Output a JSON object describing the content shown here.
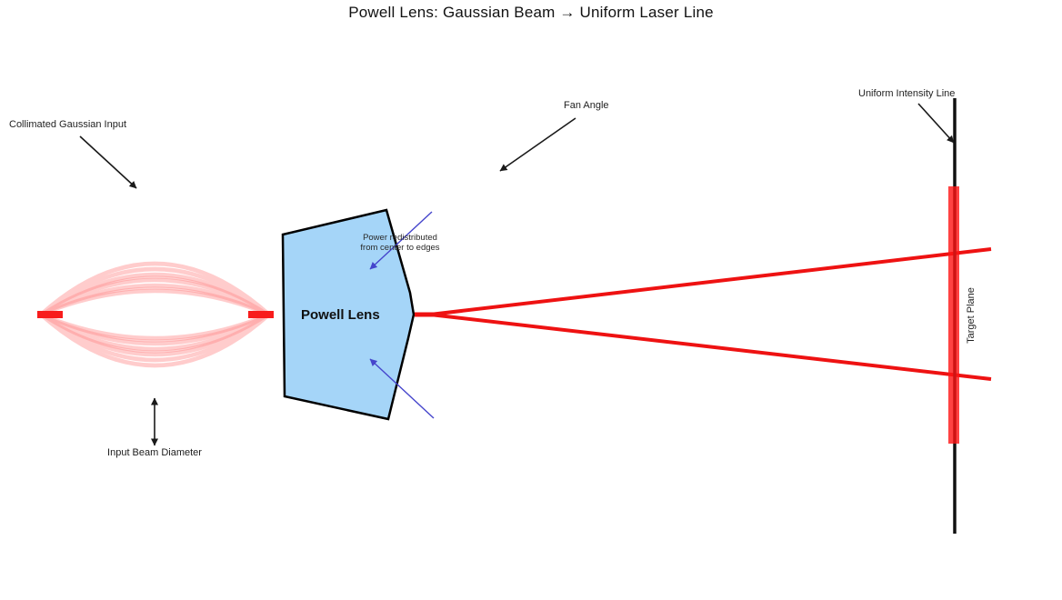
{
  "title": "Powell Lens: Gaussian Beam → Uniform Laser Line",
  "labels": {
    "collimated_input": "Collimated Gaussian Input",
    "input_beam_diameter": "Input Beam Diameter",
    "powell_lens": "Powell Lens",
    "power_redistributed": "Power redistributed from center to edges",
    "fan_angle": "Fan Angle",
    "uniform_intensity_line": "Uniform Intensity Line",
    "target_plane": "Target Plane"
  },
  "colors": {
    "beam_red": "#ee1212",
    "beam_pink": "#ff8f8f",
    "intensity_bar_red": "#ff1414",
    "lens_fill": "#a5d5f8",
    "lens_border": "#000000",
    "annotation_blue": "#4545cc",
    "annotation_black": "#1a1a1a",
    "target_line_black": "#111111"
  },
  "diagram": {
    "type": "optical-schematic",
    "elements": [
      "collimated gaussian input beam bundle",
      "powell lens prism",
      "diverging fan beam",
      "target plane with uniform intensity line"
    ]
  }
}
